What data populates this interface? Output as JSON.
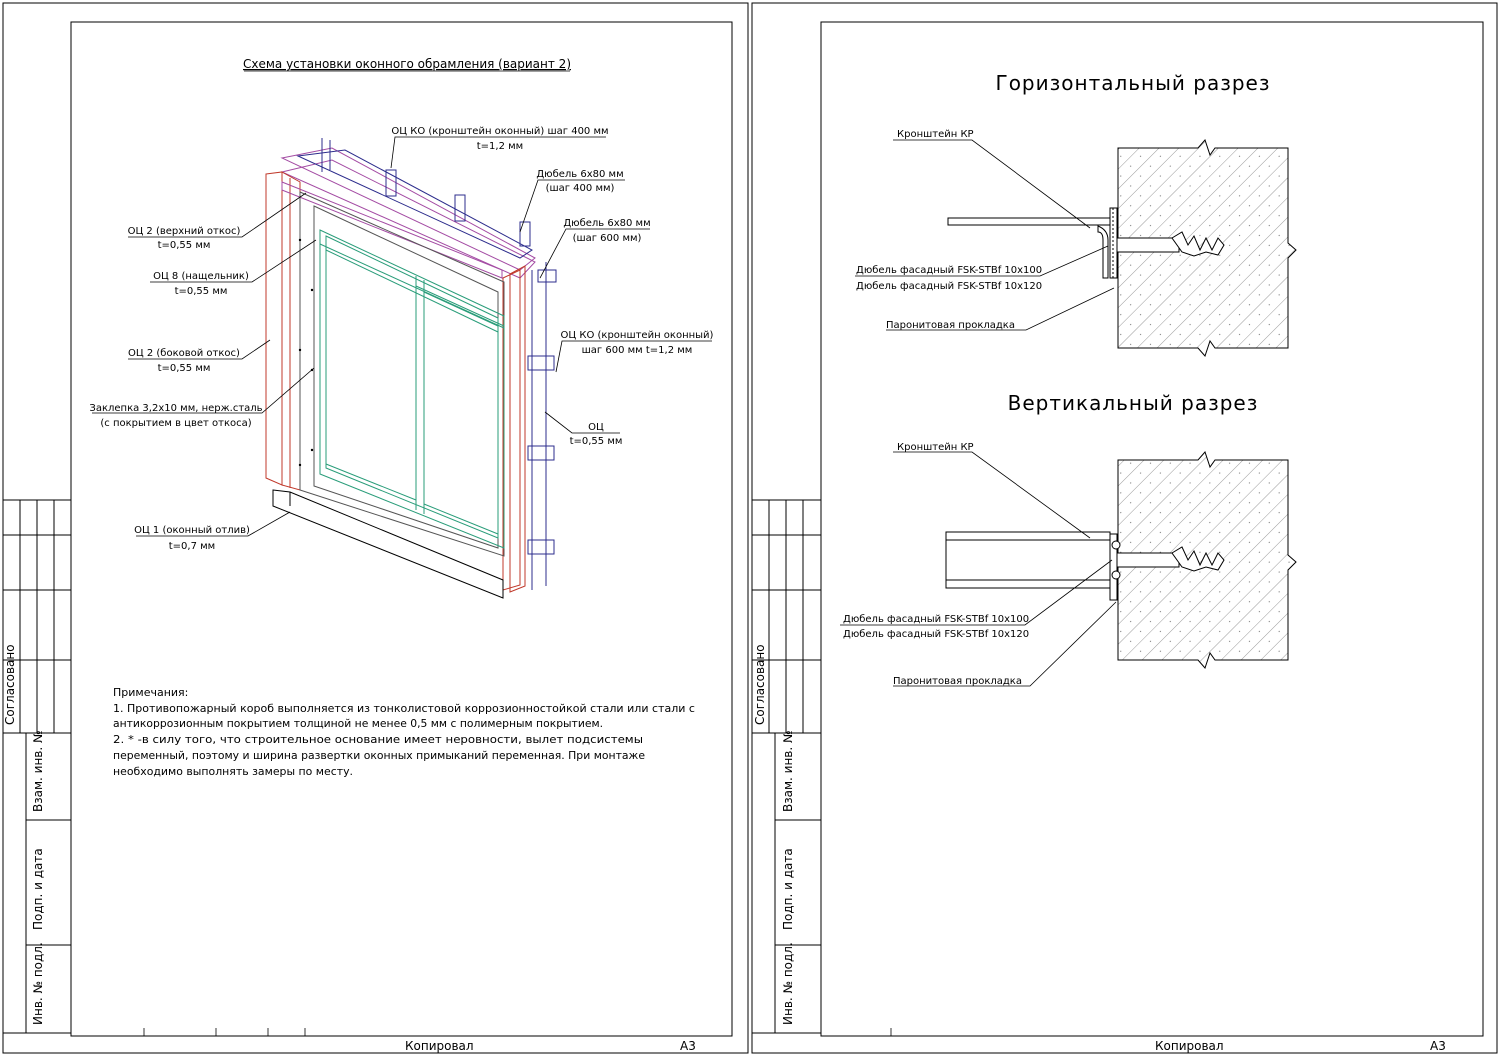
{
  "left_sheet": {
    "title": "Схема установки оконного обрамления (вариант 2)",
    "callouts": {
      "ock_top_1": "ОЦ КО (кронштейн оконный) шаг 400 мм",
      "ock_top_2": "t=1,2 мм",
      "dowel400_1": "Дюбель 6х80 мм",
      "dowel400_2": "(шаг 400 мм)",
      "dowel600_1": "Дюбель 6х80 мм",
      "dowel600_2": "(шаг 600 мм)",
      "oc2_top_1": "ОЦ 2 (верхний откос)",
      "oc2_top_2": "t=0,55 мм",
      "oc8_1": "ОЦ 8 (нащельник)",
      "oc8_2": "t=0,55 мм",
      "oc2_side_1": "ОЦ 2 (боковой откос)",
      "oc2_side_2": "t=0,55 мм",
      "ock_side_1": "ОЦ КО (кронштейн оконный)",
      "ock_side_2": "шаг 600 мм t=1,2 мм",
      "rivet_1": "Заклепка 3,2х10 мм, нерж.сталь",
      "rivet_2": "(с покрытием в цвет откоса)",
      "oc_1": "ОЦ",
      "oc_2": "t=0,55 мм",
      "oc1_1": "ОЦ 1 (оконный отлив)",
      "oc1_2": "t=0,7 мм"
    },
    "notes": {
      "heading": "Примечания:",
      "line1": "1. Противопожарный короб выполняется из тонколистовой коррозионностойкой стали или стали с",
      "line2": "антикоррозионным покрытием толщиной не менее 0,5 мм с полимерным покрытием.",
      "line3": "2. * -в силу того, что строительное основание имеет неровности, вылет подсистемы",
      "line4": "переменный, поэтому и ширина развертки оконных примыканий переменная. При монтаже",
      "line5": "необходимо выполнять замеры по месту."
    },
    "stamp": {
      "copied": "Копировал",
      "format": "А3"
    },
    "side": {
      "agreed": "Согласовано",
      "inv_replace": "Взам. инв. №",
      "sign_date": "Подп. и дата",
      "inv_orig": "Инв. № подл."
    }
  },
  "right_sheet": {
    "horizontal_title": "Горизонтальный разрез",
    "vertical_title": "Вертикальный разрез",
    "h_bracket": "Кронштейн КР",
    "h_dowel_1": "Дюбель фасадный FSK-STBf 10х100",
    "h_dowel_2": "Дюбель фасадный FSK-STBf 10х120",
    "h_gasket": "Паронитовая прокладка",
    "v_bracket": "Кронштейн КР",
    "v_dowel_1": "Дюбель фасадный FSK-STBf 10х100",
    "v_dowel_2": "Дюбель фасадный FSK-STBf 10х120",
    "v_gasket": "Паронитовая прокладка",
    "stamp": {
      "copied": "Копировал",
      "format": "А3"
    },
    "side": {
      "agreed": "Согласовано",
      "inv_replace": "Взам. инв. №",
      "sign_date": "Подп. и дата",
      "inv_orig": "Инв. № подл."
    }
  },
  "colors": {
    "line": "#000000",
    "slope_red": "#c0392b",
    "bracket_blue": "#2c2c8c",
    "frame_green": "#2a9d7a",
    "top_magenta": "#a44ca4"
  }
}
